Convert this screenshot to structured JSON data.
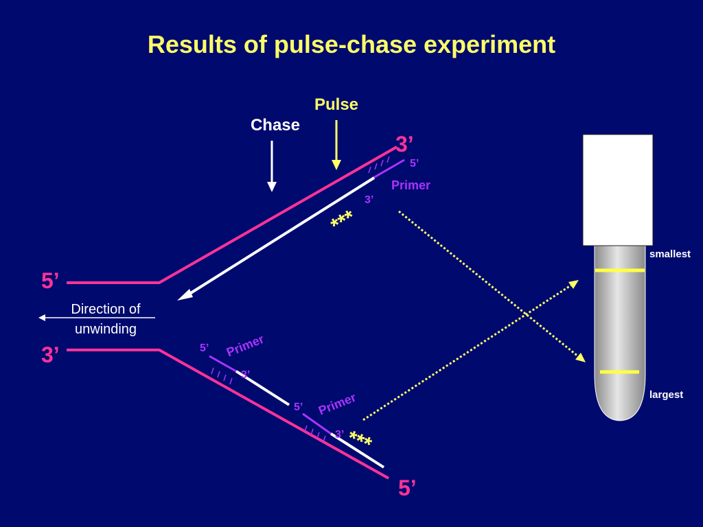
{
  "title": "Results of pulse-chase experiment",
  "labels": {
    "pulse": "Pulse",
    "chase": "Chase",
    "direction_line1": "Direction of",
    "direction_line2": "unwinding",
    "top_left_end": "5’",
    "top_right_end": "3’",
    "bottom_left_end": "3’",
    "bottom_right_end": "5’",
    "top_primer": "Primer",
    "top_primer_5": "5’",
    "top_primer_3": "3’",
    "top_stars": "***",
    "bottom_primer_a": "Primer",
    "bottom_primer_a_5": "5’",
    "bottom_primer_a_3": "3’",
    "bottom_primer_b": "Primer",
    "bottom_primer_b_5": "5’",
    "bottom_primer_b_3": "3’",
    "bottom_stars": "***",
    "smallest": "smallest",
    "largest": "largest"
  },
  "colors": {
    "background": "#000a6e",
    "title": "#ffff66",
    "parent_strand": "#ff3399",
    "primer": "#aa33ff",
    "new_strand": "#ffffff",
    "pulse": "#ffff66",
    "band": "#ffff44"
  }
}
